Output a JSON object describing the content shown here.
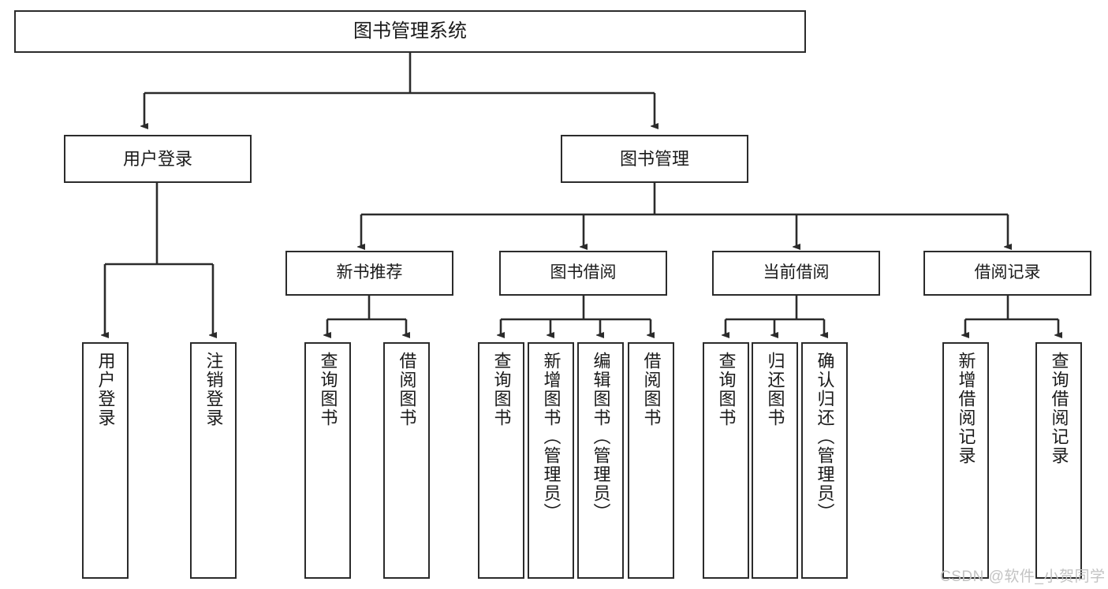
{
  "diagram": {
    "type": "tree-hierarchy-chart",
    "title": "图书管理系统",
    "root": {
      "label": "图书管理系统"
    },
    "level2": [
      {
        "label": "用户登录"
      },
      {
        "label": "图书管理"
      }
    ],
    "level3": [
      {
        "label": "新书推荐"
      },
      {
        "label": "图书借阅"
      },
      {
        "label": "当前借阅"
      },
      {
        "label": "借阅记录"
      }
    ],
    "leaves": [
      {
        "label": "用户登录"
      },
      {
        "label": "注销登录"
      },
      {
        "label": "查询图书"
      },
      {
        "label": "借阅图书"
      },
      {
        "label": "查询图书"
      },
      {
        "label": "新增图书（管理员）"
      },
      {
        "label": "编辑图书（管理员）"
      },
      {
        "label": "借阅图书"
      },
      {
        "label": "查询图书"
      },
      {
        "label": "归还图书"
      },
      {
        "label": "确认归还（管理员）"
      },
      {
        "label": "新增借阅记录"
      },
      {
        "label": "查询借阅记录"
      }
    ],
    "edges": [
      {
        "from": "图书管理系统",
        "to": "用户登录"
      },
      {
        "from": "图书管理系统",
        "to": "图书管理"
      },
      {
        "from": "用户登录",
        "to": "用户登录"
      },
      {
        "from": "用户登录",
        "to": "注销登录"
      },
      {
        "from": "图书管理",
        "to": "新书推荐"
      },
      {
        "from": "图书管理",
        "to": "图书借阅"
      },
      {
        "from": "图书管理",
        "to": "当前借阅"
      },
      {
        "from": "图书管理",
        "to": "借阅记录"
      },
      {
        "from": "新书推荐",
        "to": "查询图书"
      },
      {
        "from": "新书推荐",
        "to": "借阅图书"
      },
      {
        "from": "图书借阅",
        "to": "查询图书"
      },
      {
        "from": "图书借阅",
        "to": "新增图书（管理员）"
      },
      {
        "from": "图书借阅",
        "to": "编辑图书（管理员）"
      },
      {
        "from": "图书借阅",
        "to": "借阅图书"
      },
      {
        "from": "当前借阅",
        "to": "查询图书"
      },
      {
        "from": "当前借阅",
        "to": "归还图书"
      },
      {
        "from": "当前借阅",
        "to": "确认归还（管理员）"
      },
      {
        "from": "借阅记录",
        "to": "新增借阅记录"
      },
      {
        "from": "借阅记录",
        "to": "查询借阅记录"
      }
    ],
    "colors": {
      "box_border": "#2b2b2b",
      "box_fill": "#ffffff",
      "line": "#2b2b2b",
      "text": "#1a1a1a",
      "watermark": "#c3c3c3",
      "background": "#ffffff"
    }
  },
  "watermark": {
    "text": "CSDN @软件_小贺同学"
  }
}
